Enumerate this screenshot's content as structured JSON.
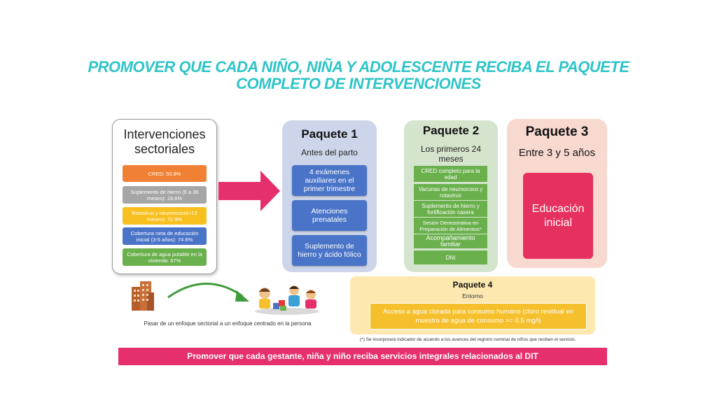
{
  "title": "PROMOVER QUE CADA NIÑO, NIÑA Y ADOLESCENTE RECIBA EL PAQUETE COMPLETO DE INTERVENCIONES",
  "interventions": {
    "title": "Intervenciones sectoriales",
    "items": [
      {
        "label": "CRED: 50.8%",
        "color": "#f08033"
      },
      {
        "label": "Suplemento de hierro (6 a 36 meses): 19.6%",
        "color": "#a6a6a6"
      },
      {
        "label": "Rotavirus y neumococo(<12 meses): 72.9%",
        "color": "#f7c01e"
      },
      {
        "label": "Cobertura neta de educación inicial (3-5 años): 74.6%",
        "color": "#4a74c8"
      },
      {
        "label": "Cobertura de agua potable en la vivienda: 67%",
        "color": "#6ab04c"
      }
    ]
  },
  "arrow_color": "#e6306e",
  "paquete1": {
    "title": "Paquete 1",
    "subtitle": "Antes del parto",
    "items": [
      "4 exámenes auxiliares en el primer trimestre",
      "Atenciones prenatales",
      "Suplemento de hierro y ácido fólico"
    ]
  },
  "paquete2": {
    "title": "Paquete 2",
    "subtitle": "Los primeros 24 meses",
    "items": [
      "CRED completo para la edad",
      "Vacunas de neumococo y rotavirus",
      "Suplemento de hierro y fortificación casera",
      "Sesión Demostrativa en Preparación de Alimentos*",
      "Acompañamiento familiar",
      "DNI"
    ]
  },
  "paquete3": {
    "title": "Paquete 3",
    "subtitle": "Entre 3 y 5 años",
    "item": "Educación inicial"
  },
  "paquete4": {
    "title": "Paquete 4",
    "subtitle": "Entorno",
    "item": "Acceso a agua clorada para consumo humano (cloro residual en muestra de agua de consumo >= 0.5 mg/l)"
  },
  "caption": "Pasar de un enfoque sectorial a un enfoque centrado en la persona",
  "footnote": "(*) Se incorporará indicador de acuerdo a los avances del registro nominal de niños que reciben el servicio.",
  "banner": "Promover que cada gestante, niña y niño reciba servicios integrales relacionados al DIT"
}
